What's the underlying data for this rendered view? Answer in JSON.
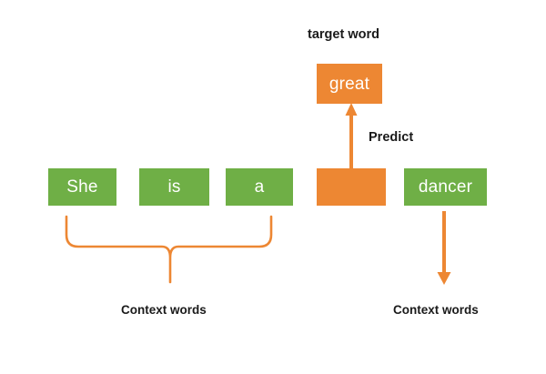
{
  "diagram": {
    "title_label": "target word",
    "predict_label": "Predict",
    "target": {
      "text": "great",
      "color": "#ED8733"
    },
    "center_box": {
      "text": "",
      "color": "#ED8733"
    },
    "context_left": [
      {
        "text": "She",
        "color": "#6FAF46"
      },
      {
        "text": "is",
        "color": "#6FAF46"
      },
      {
        "text": "a",
        "color": "#6FAF46"
      }
    ],
    "context_right": [
      {
        "text": "dancer",
        "color": "#6FAF46"
      }
    ],
    "captions": {
      "left": "Context words",
      "right": "Context words"
    },
    "colors": {
      "green": "#6FAF46",
      "orange": "#ED8733",
      "text": "#1a1a1a",
      "background": "#ffffff"
    }
  }
}
